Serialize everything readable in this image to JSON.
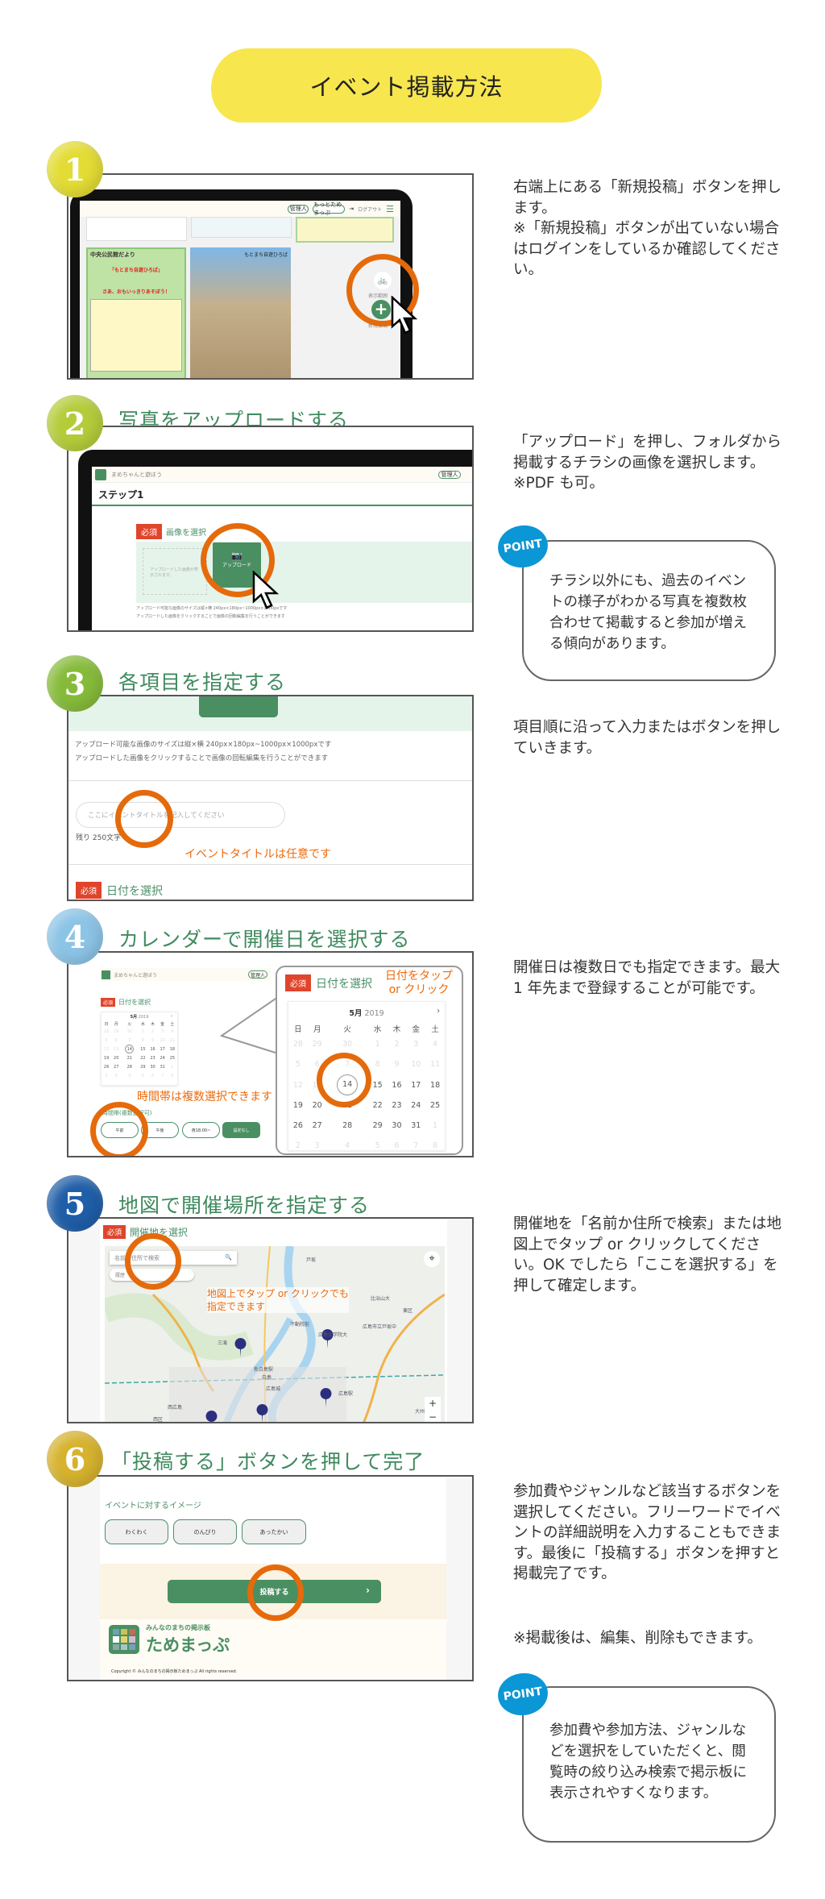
{
  "page_title": "イベント掲載方法",
  "colors": {
    "accent_green": "#4a8f62",
    "heading_green": "#3f8a5e",
    "highlight_orange": "#e56a0b",
    "required_red": "#e0452c",
    "point_blue": "#0b96d6",
    "banner_yellow": "#f7e64e"
  },
  "steps": [
    {
      "number": "1",
      "heading": "",
      "badge_color": "#e3dc34",
      "description": "右端上にある「新規投稿」ボタンを押します。\n※「新規投稿」ボタンが出ていない場合はログインをしているか確認してください。",
      "screen": {
        "header_buttons": [
          "管理人",
          "もっとためまっぷ"
        ],
        "logout": "ログアウト",
        "flyer_title": "中央公民館だより",
        "flyer_event": "「もとまち自遊ひろば」",
        "flyer_call": "さあ、おもいっきりあそぼう！",
        "flyer_photo_title": "もとまち自遊ひろば",
        "range_label": "表示範囲",
        "new_post_label": "新規投稿",
        "icons": [
          "hamburger-menu-icon",
          "logout-icon",
          "plus-icon",
          "bicycle-icon",
          "cursor-arrow-icon"
        ]
      }
    },
    {
      "number": "2",
      "heading": "写真をアップロードする",
      "badge_color": "#b5cc3a",
      "description": "「アップロード」を押し、フォルダから掲載するチラシの画像を選択します。※PDF も可。",
      "screen": {
        "site_name": "まめちゃんと遊ぼう",
        "header_button": "管理人",
        "step_label": "ステップ1",
        "required": "必須",
        "field_label": "画像を選択",
        "preview_text": "アップロードした画像が表示されます。",
        "upload_button": "アップロード",
        "note1": "アップロード可能な画像のサイズは縦×横 240px×180px~1000px×1000pxです",
        "note2": "アップロードした画像をクリックすることで画像の回転編集を行うことができます"
      },
      "point": "チラシ以外にも、過去のイベントの様子がわかる写真を複数枚合わせて掲載すると参加が増える傾向があります。"
    },
    {
      "number": "3",
      "heading": "各項目を指定する",
      "badge_color": "#86bb3a",
      "description": "項目順に沿って入力またはボタンを押していきます。",
      "screen": {
        "note1": "アップロード可能な画像のサイズは縦×横 240px×180px~1000px×1000pxです",
        "note2": "アップロードした画像をクリックすることで画像の回転編集を行うことができます",
        "title_placeholder": "ここにイベントタイトルを記入してください",
        "remaining": "残り 250文字",
        "annotation": "イベントタイトルは任意です",
        "required": "必須",
        "next_label": "日付を選択"
      }
    },
    {
      "number": "4",
      "heading": "カレンダーで開催日を選択する",
      "badge_color": "#8cc4e6",
      "description": "開催日は複数日でも指定できます。最大 1 年先まで登録することが可能です。",
      "screen": {
        "site_name": "まめちゃんと遊ぼう",
        "header_button": "管理人",
        "required": "必須",
        "field_label": "日付を選択",
        "time_label": "時間帯(複数選択可)",
        "time_buttons": [
          "午前",
          "午後",
          "夜18:00~",
          "設定なし"
        ],
        "time_annotation": "時間帯は複数選択できます",
        "date_annotation_1": "日付をタップ",
        "date_annotation_2": "or クリック"
      },
      "calendar": {
        "month": "5月",
        "year": "2019",
        "weekdays": [
          "日",
          "月",
          "火",
          "水",
          "木",
          "金",
          "土"
        ],
        "selected": 14,
        "weeks": [
          [
            28,
            29,
            30,
            1,
            2,
            3,
            4
          ],
          [
            5,
            6,
            7,
            8,
            9,
            10,
            11
          ],
          [
            12,
            13,
            14,
            15,
            16,
            17,
            18
          ],
          [
            19,
            20,
            21,
            22,
            23,
            24,
            25
          ],
          [
            26,
            27,
            28,
            29,
            30,
            31,
            1
          ],
          [
            2,
            3,
            4,
            5,
            6,
            7,
            8
          ]
        ]
      }
    },
    {
      "number": "5",
      "heading": "地図で開催場所を指定する",
      "badge_color": "#1f5ea8",
      "description": "開催地を「名前か住所で検索」または地図上でタップ or クリックしてください。OK でしたら「ここを選択する」を押して確定します。",
      "screen": {
        "required": "必須",
        "field_label": "開催地を選択",
        "search_placeholder": "名前か住所で検索",
        "history": "履歴",
        "annotation_1": "地図上でタップ or クリックでも",
        "annotation_2": "指定できます",
        "map_labels": [
          "東区",
          "西区",
          "広島城",
          "広島女学院大",
          "不動院前",
          "比治山大",
          "広島市立戸坂中",
          "新白島駅",
          "広島駅",
          "西広島",
          "白島",
          "三滝",
          "戸坂",
          "大州"
        ],
        "zoom_in": "+",
        "zoom_out": "−"
      }
    },
    {
      "number": "6",
      "heading": "「投稿する」ボタンを押して完了",
      "badge_color": "#d6b22e",
      "description": "参加費やジャンルなど該当するボタンを選択してください。フリーワードでイベントの詳細説明を入力することもできます。最後に「投稿する」ボタンを押すと掲載完了です。",
      "note": "※掲載後は、編集、削除もできます。",
      "screen": {
        "image_label": "イベントに対するイメージ",
        "image_buttons": [
          "わくわく",
          "のんびり",
          "あったかい"
        ],
        "submit": "投稿する",
        "submit_arrow": "›",
        "logo_sub": "みんなのまちの掲示板",
        "logo_main": "ためまっぷ",
        "copyright": "Copyright © みんなのまちの掲示板ためまっぷ All rights reserved."
      },
      "point": "参加費や参加方法、ジャンルなどを選択をしていただくと、閲覧時の絞り込み検索で掲示板に表示されやすくなります。"
    }
  ],
  "point_label": "POINT"
}
